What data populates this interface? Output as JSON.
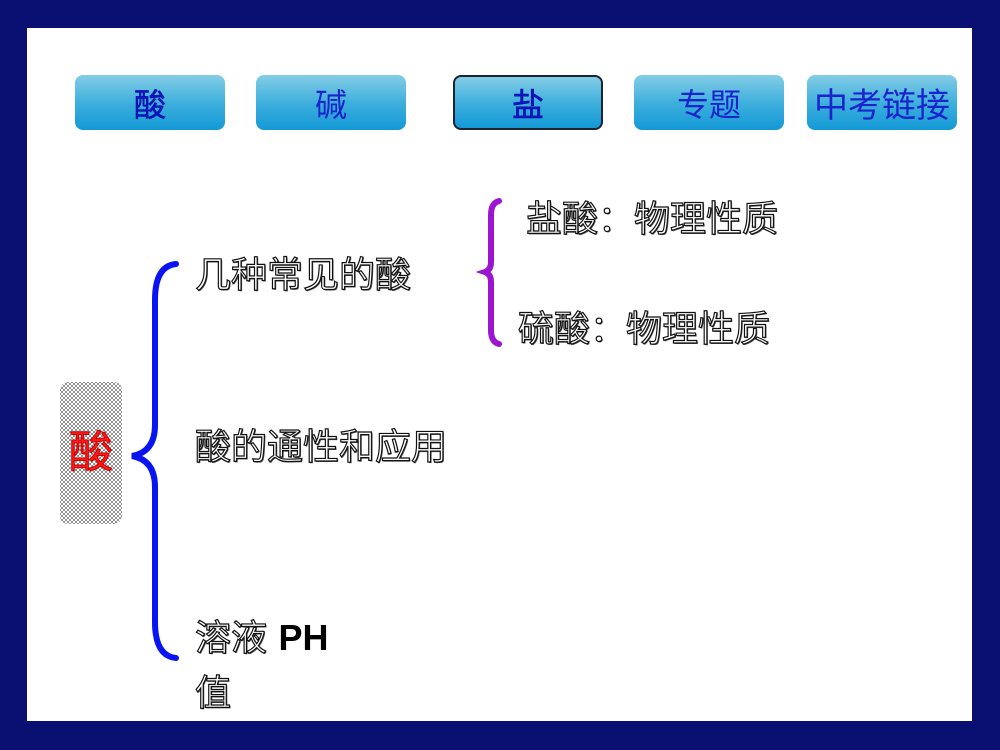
{
  "nav": {
    "buttons": [
      {
        "label": "酸",
        "active": false
      },
      {
        "label": "碱",
        "active": false
      },
      {
        "label": "盐",
        "active": true
      },
      {
        "label": "专题",
        "active": false
      },
      {
        "label": "中考链接",
        "active": false
      }
    ]
  },
  "diagram": {
    "root": {
      "label": "酸",
      "color": "#ff1a1a"
    },
    "branches": [
      {
        "label": "几种常见的酸"
      },
      {
        "label": "酸的通性和应用"
      },
      {
        "label_cn": "溶液",
        "label_en": "PH",
        "label_tail": "值"
      }
    ],
    "sub_branches": [
      {
        "label": "盐酸：物理性质"
      },
      {
        "label": "硫酸：物理性质"
      }
    ],
    "colors": {
      "main_brace": "#0a14f0",
      "sub_brace": "#9a16d0",
      "frame": "#0a0f72"
    }
  }
}
